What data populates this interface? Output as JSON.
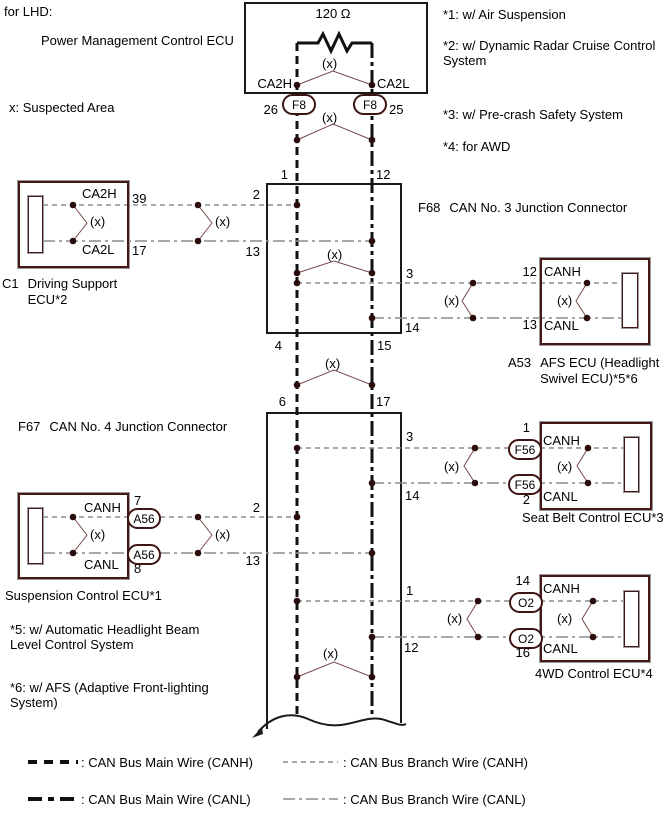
{
  "title": "for LHD:",
  "suspected": "x: Suspected Area",
  "x_mark": "(x)",
  "footnotes": {
    "n1": "*1: w/ Air Suspension",
    "n2": "*2: w/ Dynamic Radar Cruise Control System",
    "n3": "*3: w/ Pre-crash Safety System",
    "n4": "*4: for AWD",
    "n5": "*5: w/ Automatic Headlight Beam Level Control System",
    "n6": "*6: w/ AFS (Adaptive Front-lighting System)"
  },
  "power_ecu": {
    "name": "Power Management Control ECU",
    "resistor": "120 Ω",
    "terminal_h": "CA2H",
    "terminal_l": "CA2L",
    "connector_h": "F8",
    "connector_l": "F8",
    "pin_h": "26",
    "pin_l": "25"
  },
  "junction3": {
    "id": "F68",
    "name": "CAN No. 3 Junction Connector",
    "pin_in_h": "1",
    "pin_in_l": "12",
    "pin_left_h": "2",
    "pin_left_l": "13",
    "pin_right_h": "3",
    "pin_right_l": "14",
    "pin_out_h": "4",
    "pin_out_l": "15"
  },
  "junction4": {
    "id": "F67",
    "name": "CAN No. 4 Junction Connector",
    "pin_in_h": "6",
    "pin_in_l": "17",
    "pin_sb_h": "3",
    "pin_sb_l": "14",
    "pin_left_h": "2",
    "pin_left_l": "13",
    "pin_awd_h": "1",
    "pin_awd_l": "12"
  },
  "driving_support": {
    "id": "C1",
    "name": "Driving Support ECU*2",
    "terminal_h": "CA2H",
    "terminal_l": "CA2L",
    "pin_h": "39",
    "pin_l": "17"
  },
  "afs": {
    "id": "A53",
    "name": "AFS ECU (Headlight Swivel ECU)*5*6",
    "terminal_h": "CANH",
    "terminal_l": "CANL",
    "pin_h": "12",
    "pin_l": "13"
  },
  "suspension": {
    "name": "Suspension Control ECU*1",
    "terminal_h": "CANH",
    "terminal_l": "CANL",
    "pin_h": "7",
    "pin_l": "8",
    "connector": "A56"
  },
  "seat_belt": {
    "name": "Seat Belt Control ECU*3",
    "terminal_h": "CANH",
    "terminal_l": "CANL",
    "pin_h": "1",
    "pin_l": "2",
    "connector": "F56"
  },
  "awd": {
    "name": "4WD Control ECU*4",
    "terminal_h": "CANH",
    "terminal_l": "CANL",
    "pin_h": "14",
    "pin_l": "16",
    "connector": "O2"
  },
  "legend": {
    "main_h": ": CAN Bus Main Wire (CANH)",
    "main_l": ": CAN Bus Main Wire (CANL)",
    "branch_h": ": CAN Bus Branch Wire (CANH)",
    "branch_l": ": CAN Bus Branch Wire (CANL)"
  },
  "colors": {
    "wire_main": "#111111",
    "wire_branch": "#8c8c8c",
    "accent_maroon": "#3d1313"
  }
}
